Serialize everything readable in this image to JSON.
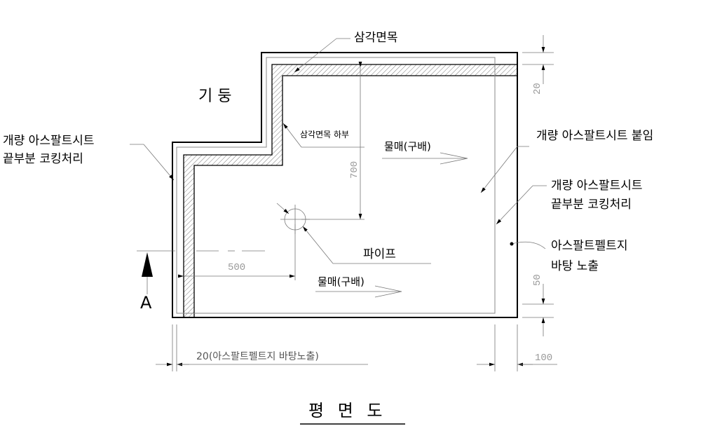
{
  "title": "평 면 도",
  "labels": {
    "column": "기 둥",
    "triangle_molding": "삼각면목",
    "triangle_molding_bottom": "삼각면목 하부",
    "left_sheet_edge_1": "개량 아스팔트시트",
    "left_sheet_edge_2": "끝부분 코킹처리",
    "sheet_attach": "개량 아스팔트시트 붙임",
    "right_sheet_edge_1": "개량 아스팔트시트",
    "right_sheet_edge_2": "끝부분 코킹처리",
    "felt_exposed_1": "아스팔트펠트지",
    "felt_exposed_2": "바탕 노출",
    "slope_top": "물매(구배)",
    "slope_bottom": "물매(구배)",
    "pipe": "파이프",
    "section_mark": "A"
  },
  "dimensions": {
    "top_right": "20",
    "vertical": "700",
    "horizontal": "500",
    "bottom_right": "50",
    "bottom_left": "20(아스팔트펠트지 바탕노출)",
    "bottom_right_h": "100"
  }
}
